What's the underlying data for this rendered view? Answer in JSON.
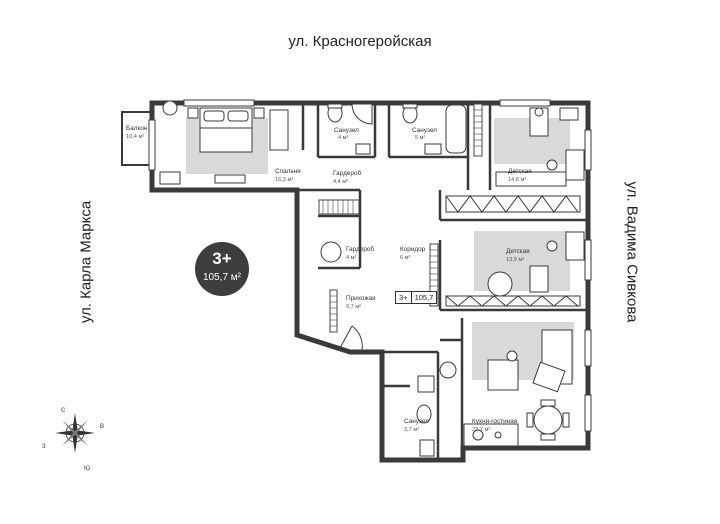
{
  "streets": {
    "top": "ул. Красногеройская",
    "left": "ул. Карла Маркса",
    "right": "ул. Вадима Сивкова"
  },
  "summary": {
    "rooms": "3+",
    "area": "105,7 м²"
  },
  "entry_tag": {
    "rooms": "3+",
    "area": "105,7"
  },
  "rooms": [
    {
      "id": "balcony",
      "name": "Балкон",
      "area": "10,4 м²"
    },
    {
      "id": "bedroom",
      "name": "Спальня",
      "area": "16,3 м²"
    },
    {
      "id": "bath1",
      "name": "Санузел",
      "area": "4 м²"
    },
    {
      "id": "wardrobe1",
      "name": "Гардероб",
      "area": "4,4 м²"
    },
    {
      "id": "bath2",
      "name": "Санузел",
      "area": "5 м²"
    },
    {
      "id": "kids1",
      "name": "Детская",
      "area": "14,6 м²"
    },
    {
      "id": "wardrobe2",
      "name": "Гардероб",
      "area": "4 м²"
    },
    {
      "id": "corridor",
      "name": "Коридор",
      "area": "6 м²"
    },
    {
      "id": "kids2",
      "name": "Детская",
      "area": "13,9 м²"
    },
    {
      "id": "hall",
      "name": "Прихожая",
      "area": "9,7 м²"
    },
    {
      "id": "bath3",
      "name": "Санузел",
      "area": "3,7 м²"
    },
    {
      "id": "kitchen",
      "name": "Кухня-гостиная",
      "area": "23,7 м²"
    }
  ],
  "compass": {
    "north": "С",
    "south": "Ю",
    "west": "З",
    "east": "В"
  }
}
